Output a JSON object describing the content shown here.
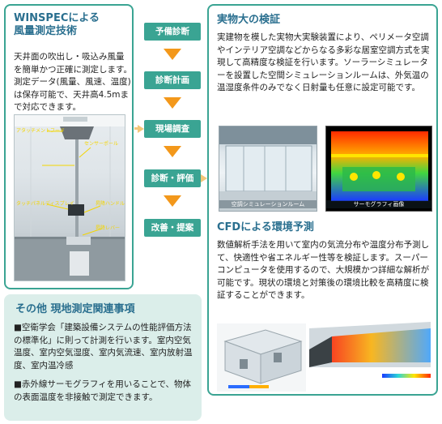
{
  "winspec": {
    "title": "WINSPECによる\n風量測定技術",
    "body": "天井面の吹出し・吸込み風量を簡単かつ正確に測定します。測定データ(風量、風速、温度)は保存可能で、天井高4.5mまで対応できます。",
    "photo_labels": {
      "hood": "アタッチメントフード",
      "pole": "センサーポール",
      "display": "タッチパネルディスプレイ",
      "handle": "昇降ハンドル",
      "lever": "昇降レバー"
    }
  },
  "flow": {
    "steps": [
      "予備診断",
      "診断計画",
      "現場調査",
      "診断・評価",
      "改善・提案"
    ]
  },
  "verification": {
    "title": "実物大の検証",
    "body": "実建物を模した実物大実験装置により、ペリメータ空調やインテリア空調などからなる多彩な居室空調方式を実現して高精度な検証を行います。ソーラーシミュレーターを設置した空間シミュレーションルームは、外気温の温湿度条件のみでなく日射量も任意に設定可能です。",
    "photo_caption": "空調シミュレーションルーム",
    "thermal_caption": "サーモグラフィ画像"
  },
  "cfd": {
    "title": "CFDによる環境予測",
    "body": "数値解析手法を用いて室内の気流分布や温度分布予測して、快適性や省エネルギー性等を検証します。スーパーコンピュータを使用するので、大規模かつ詳細な解析が可能です。現状の環境と対策後の環境比較を高精度に検証することができます。"
  },
  "other": {
    "title": "その他 現地測定関連事項",
    "bullet1": "■空衛学会「建築設備システムの性能評価方法の標準化」に則って計測を行います。室内空気温度、室内空気湿度、室内気流速、室内放射温度、室内温冷感",
    "bullet2": "■赤外線サーモグラフィを用いることで、物体の表面温度を非接触で測定できます。"
  },
  "colors": {
    "accent": "#3aa493",
    "title": "#2a6f8f",
    "arrow": "#f3981b",
    "side_arrow": "#f3c77a",
    "panel_bg_light": "#dbeeea"
  }
}
